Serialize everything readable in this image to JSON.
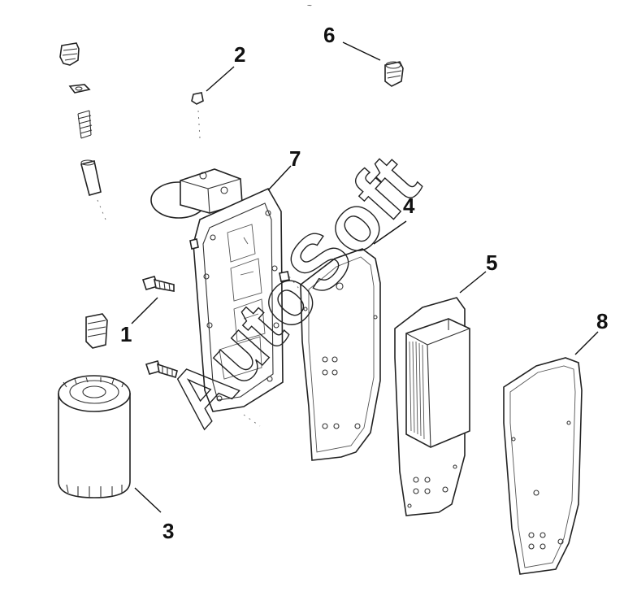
{
  "diagram": {
    "watermark": "AutoSoft",
    "header_mark": "~",
    "callouts": [
      {
        "id": "1",
        "text": "1"
      },
      {
        "id": "2",
        "text": "2"
      },
      {
        "id": "3",
        "text": "3"
      },
      {
        "id": "4",
        "text": "4"
      },
      {
        "id": "5",
        "text": "5"
      },
      {
        "id": "6",
        "text": "6"
      },
      {
        "id": "7",
        "text": "7"
      },
      {
        "id": "8",
        "text": "8"
      }
    ]
  }
}
